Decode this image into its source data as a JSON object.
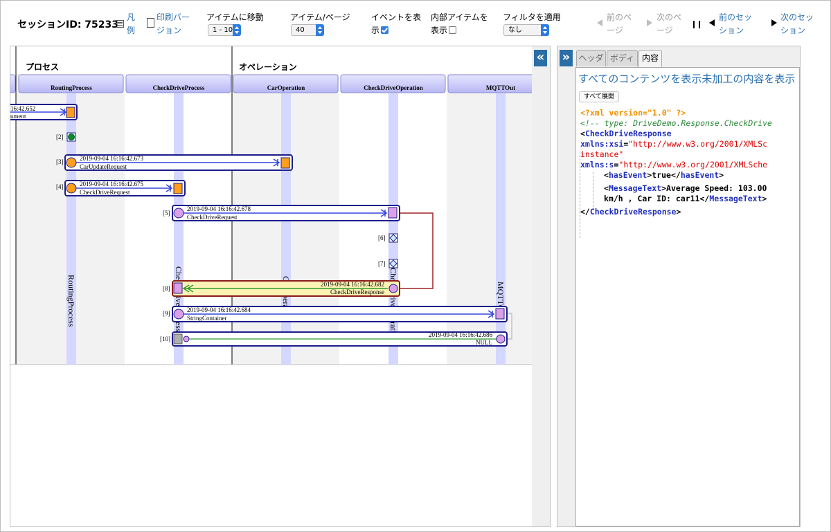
{
  "header": {
    "session_label": "セッションID: 75233",
    "legend": "凡例",
    "print": "印刷バージョン",
    "jump_label": "アイテムに移動",
    "jump_value": "1 - 10",
    "per_page_label": "アイテム/ページ",
    "per_page_value": "40",
    "show_events_label": "イベントを表示",
    "show_events_checked": true,
    "internal_items_label": "内部アイテムを表示",
    "internal_items_checked": false,
    "filter_label": "フィルタを適用",
    "filter_value": "なし",
    "prev_page": "前のページ",
    "next_page": "次のページ",
    "prev_session": "前のセッション",
    "next_session": "次のセッション"
  },
  "diagram": {
    "groups": [
      "プロセス",
      "オペレーション"
    ],
    "lanes": [
      "RoutingProcess",
      "CheckDriveProcess",
      "CarOperation",
      "CheckDriveOperation",
      "MQTTOut"
    ],
    "vertical_labels": [
      "RoutingProcess",
      "CheckDriveProcess",
      "CarOperation",
      "CheckDriveOperation",
      "MQTTOut"
    ],
    "messages": [
      {
        "idx": "",
        "time": "16:42.652",
        "name": "ument"
      },
      {
        "idx": "[2]",
        "time": "",
        "name": ""
      },
      {
        "idx": "[3]",
        "time": "2019-09-04 16:16:42.673",
        "name": "CarUpdateRequest"
      },
      {
        "idx": "[4]",
        "time": "2019-09-04 16:16:42.675",
        "name": "CheckDriveRequest"
      },
      {
        "idx": "[5]",
        "time": "2019-09-04 16:16:42.678",
        "name": "CheckDriveRequest"
      },
      {
        "idx": "[6]",
        "time": "",
        "name": ""
      },
      {
        "idx": "[7]",
        "time": "",
        "name": ""
      },
      {
        "idx": "[8]",
        "time": "2019-09-04 16:16:42.682",
        "name": "CheckDriveResponse"
      },
      {
        "idx": "[9]",
        "time": "2019-09-04 16:16:42.684",
        "name": "StringContainer"
      },
      {
        "idx": "[10]",
        "time": "2019-09-04 16:16:42.686",
        "name": "NULL"
      }
    ],
    "colors": {
      "lane": "#d4d7ff",
      "header": "#c9c9ff",
      "box": "#1c1c8c",
      "selected_bg": "#fbf3b4",
      "selected_border": "#8b1a1a",
      "orange": "#ff9e1b",
      "purple": "#dca0e8",
      "green": "#0b8a2a"
    }
  },
  "panel": {
    "collapse_left": "«",
    "expand_right": "»",
    "tabs": [
      "ヘッダ",
      "ボディ",
      "内容"
    ],
    "active_tab": "内容",
    "show_all": "すべてのコンテンツを表示",
    "show_raw": "未加工の内容を表示",
    "expand_all": "すべて展開",
    "xml": {
      "decl": "<?xml version=\"1.0\" ?>",
      "comment": "<!-- type: DriveDemo.Response.CheckDrive",
      "root_tag": "CheckDriveResponse",
      "xsi_attr": "xmlns:xsi",
      "xsi_val": "\"http://www.w3.org/2001/XMLSc",
      "xsi_val2": "instance\"",
      "s_attr": "xmlns:s",
      "s_val": "\"http://www.w3.org/2001/XMLSche",
      "has_event_tag": "hasEvent",
      "has_event_val": "true",
      "message_tag": "MessageText",
      "message_val1": "Average Speed: 103.00",
      "message_val2": "km/h , Car ID: car11"
    }
  }
}
